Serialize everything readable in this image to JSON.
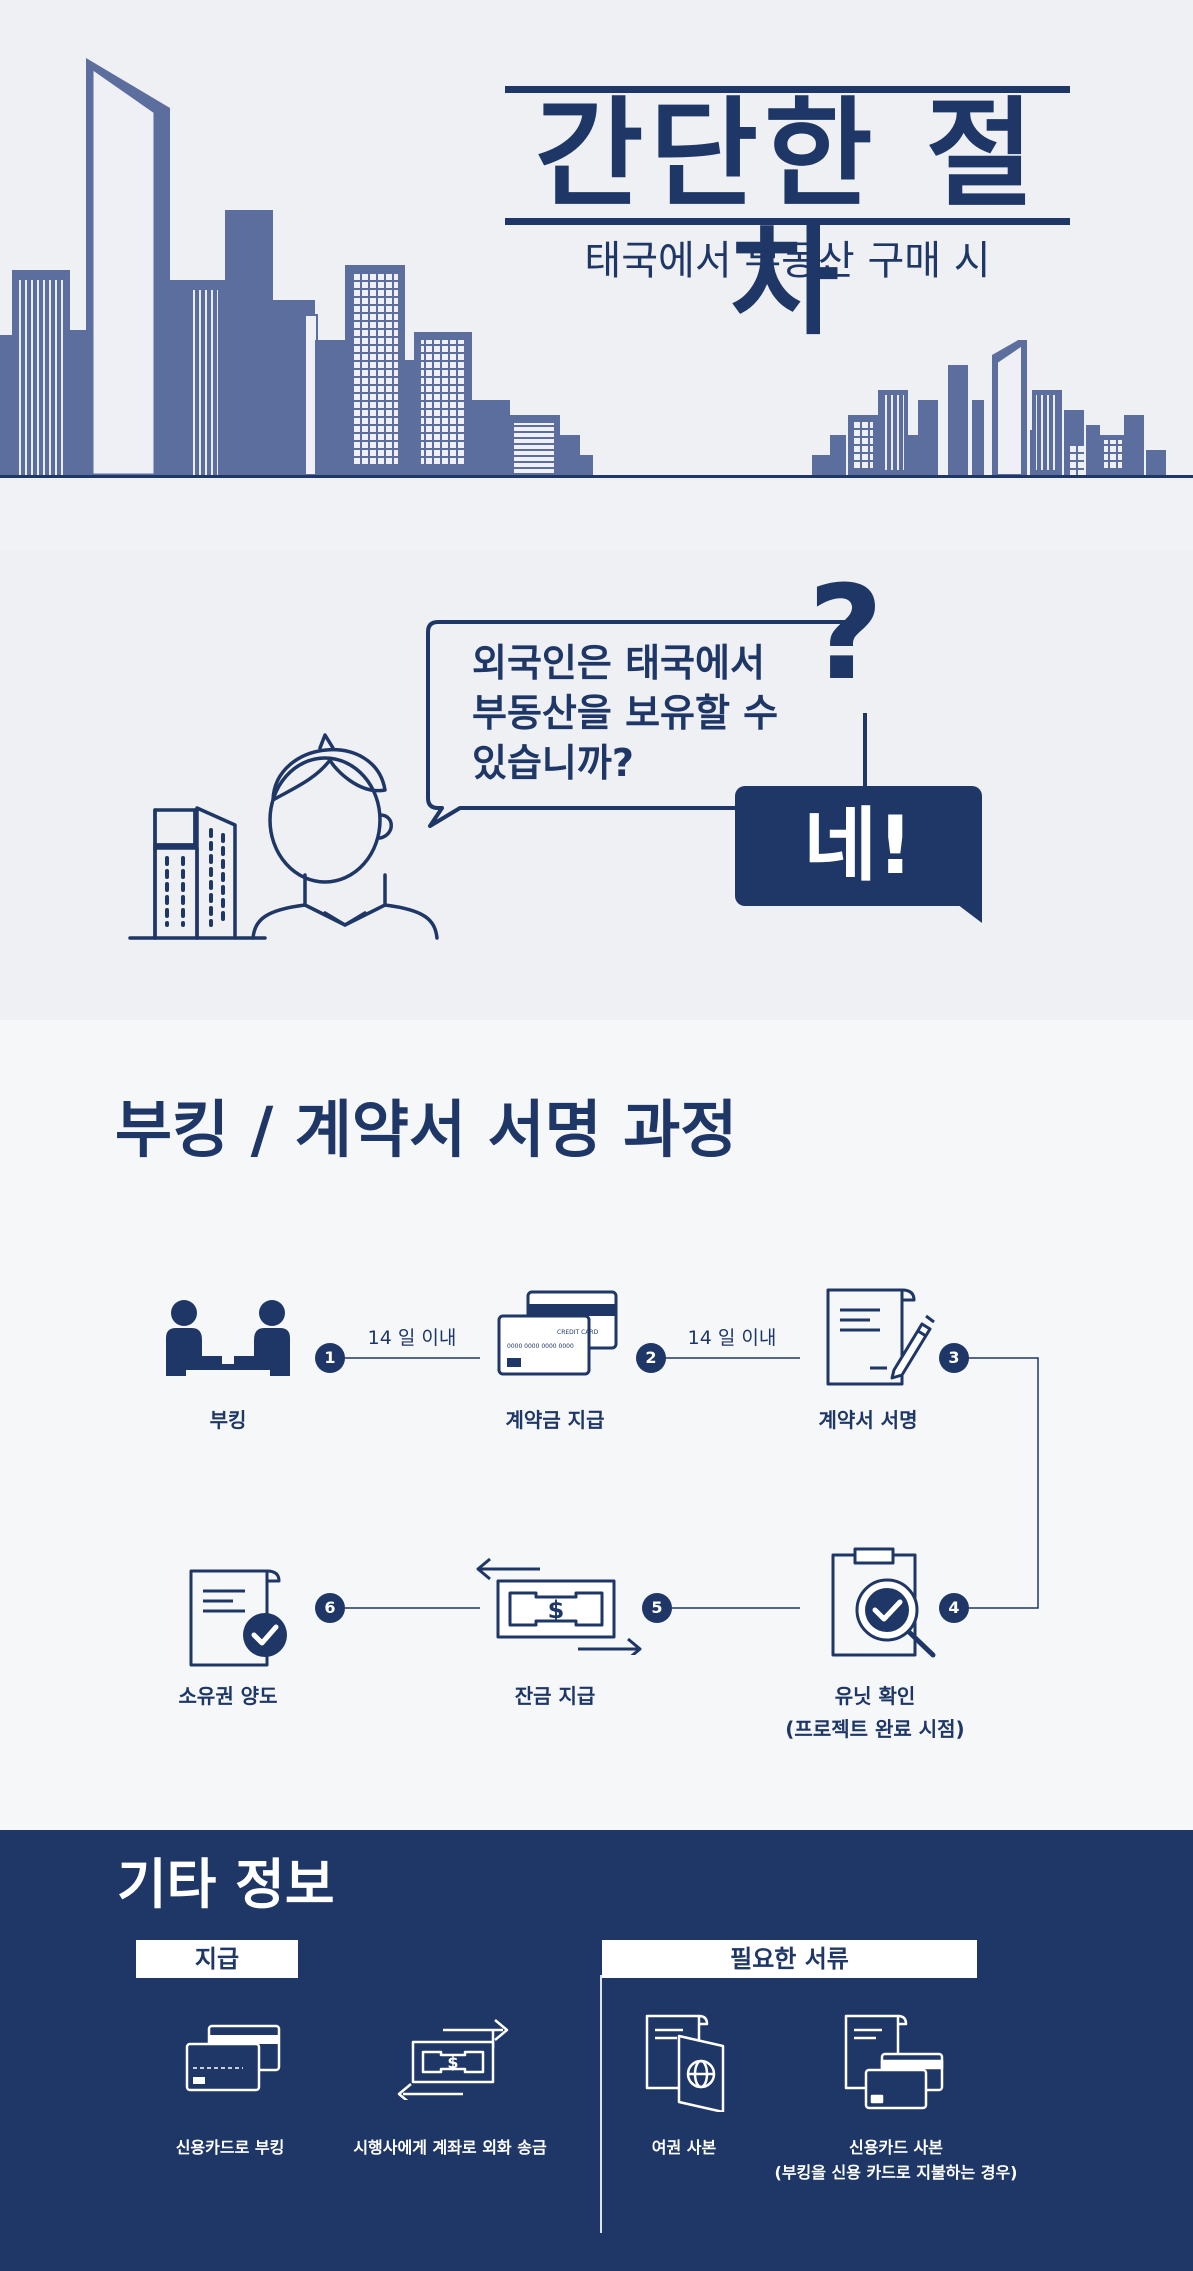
{
  "header": {
    "title": "간단한 절차",
    "subtitle": "태국에서 부동산 구매 시"
  },
  "question": {
    "text": "외국인은 태국에서 부동산을 보유할 수 있습니까?",
    "mark": "?",
    "answer": "네!"
  },
  "process": {
    "title": "부킹 / 계약서 서명 과정",
    "steps": [
      {
        "num": "1",
        "label": "부킹"
      },
      {
        "num": "2",
        "label": "계약금 지급"
      },
      {
        "num": "3",
        "label": "계약서 서명"
      },
      {
        "num": "4",
        "label": "유닛 확인",
        "sublabel": "(프로젝트 완료 시점)"
      },
      {
        "num": "5",
        "label": "잔금 지급"
      },
      {
        "num": "6",
        "label": "소유권 양도"
      }
    ],
    "connectors": [
      {
        "label": "14 일 이내"
      },
      {
        "label": "14 일 이내"
      }
    ],
    "card_text": "CREDIT CARD",
    "card_number": "0000 0000 0000 0000",
    "dollar": "$"
  },
  "info": {
    "title": "기타 정보",
    "payment": {
      "header": "지급",
      "items": [
        {
          "label": "신용카드로 부킹"
        },
        {
          "label": "시행사에게 계좌로 외화 송금"
        }
      ]
    },
    "documents": {
      "header": "필요한 서류",
      "items": [
        {
          "label": "여권 사본"
        },
        {
          "label": "신용카드 사본",
          "sublabel": "(부킹을 신용 카드로 지불하는 경우)"
        }
      ]
    }
  },
  "colors": {
    "navy": "#1e3766",
    "building": "#5b6e9e",
    "background": "#eff0f3"
  }
}
